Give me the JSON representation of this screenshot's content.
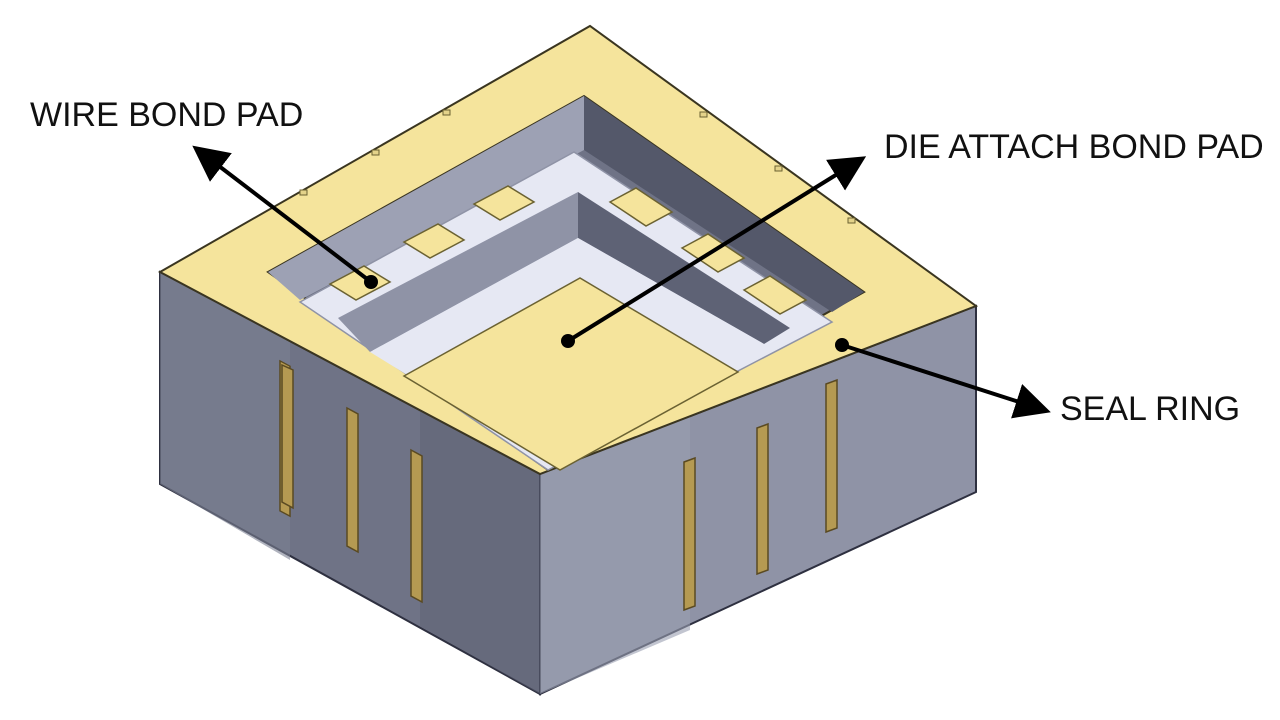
{
  "labels": {
    "wire_bond_pad": "WIRE BOND PAD",
    "die_attach_bond_pad": "DIE ATTACH BOND PAD",
    "seal_ring": "SEAL RING"
  },
  "colors": {
    "gold": "#f5e49c",
    "gold_edge": "#6b6232",
    "casting_light": "#8f93a6",
    "casting_mid": "#6f7386",
    "casting_dark": "#54586a",
    "ceramic_white": "#e6e8f3",
    "lead_bronze": "#b59a52",
    "arrow": "#000000"
  }
}
